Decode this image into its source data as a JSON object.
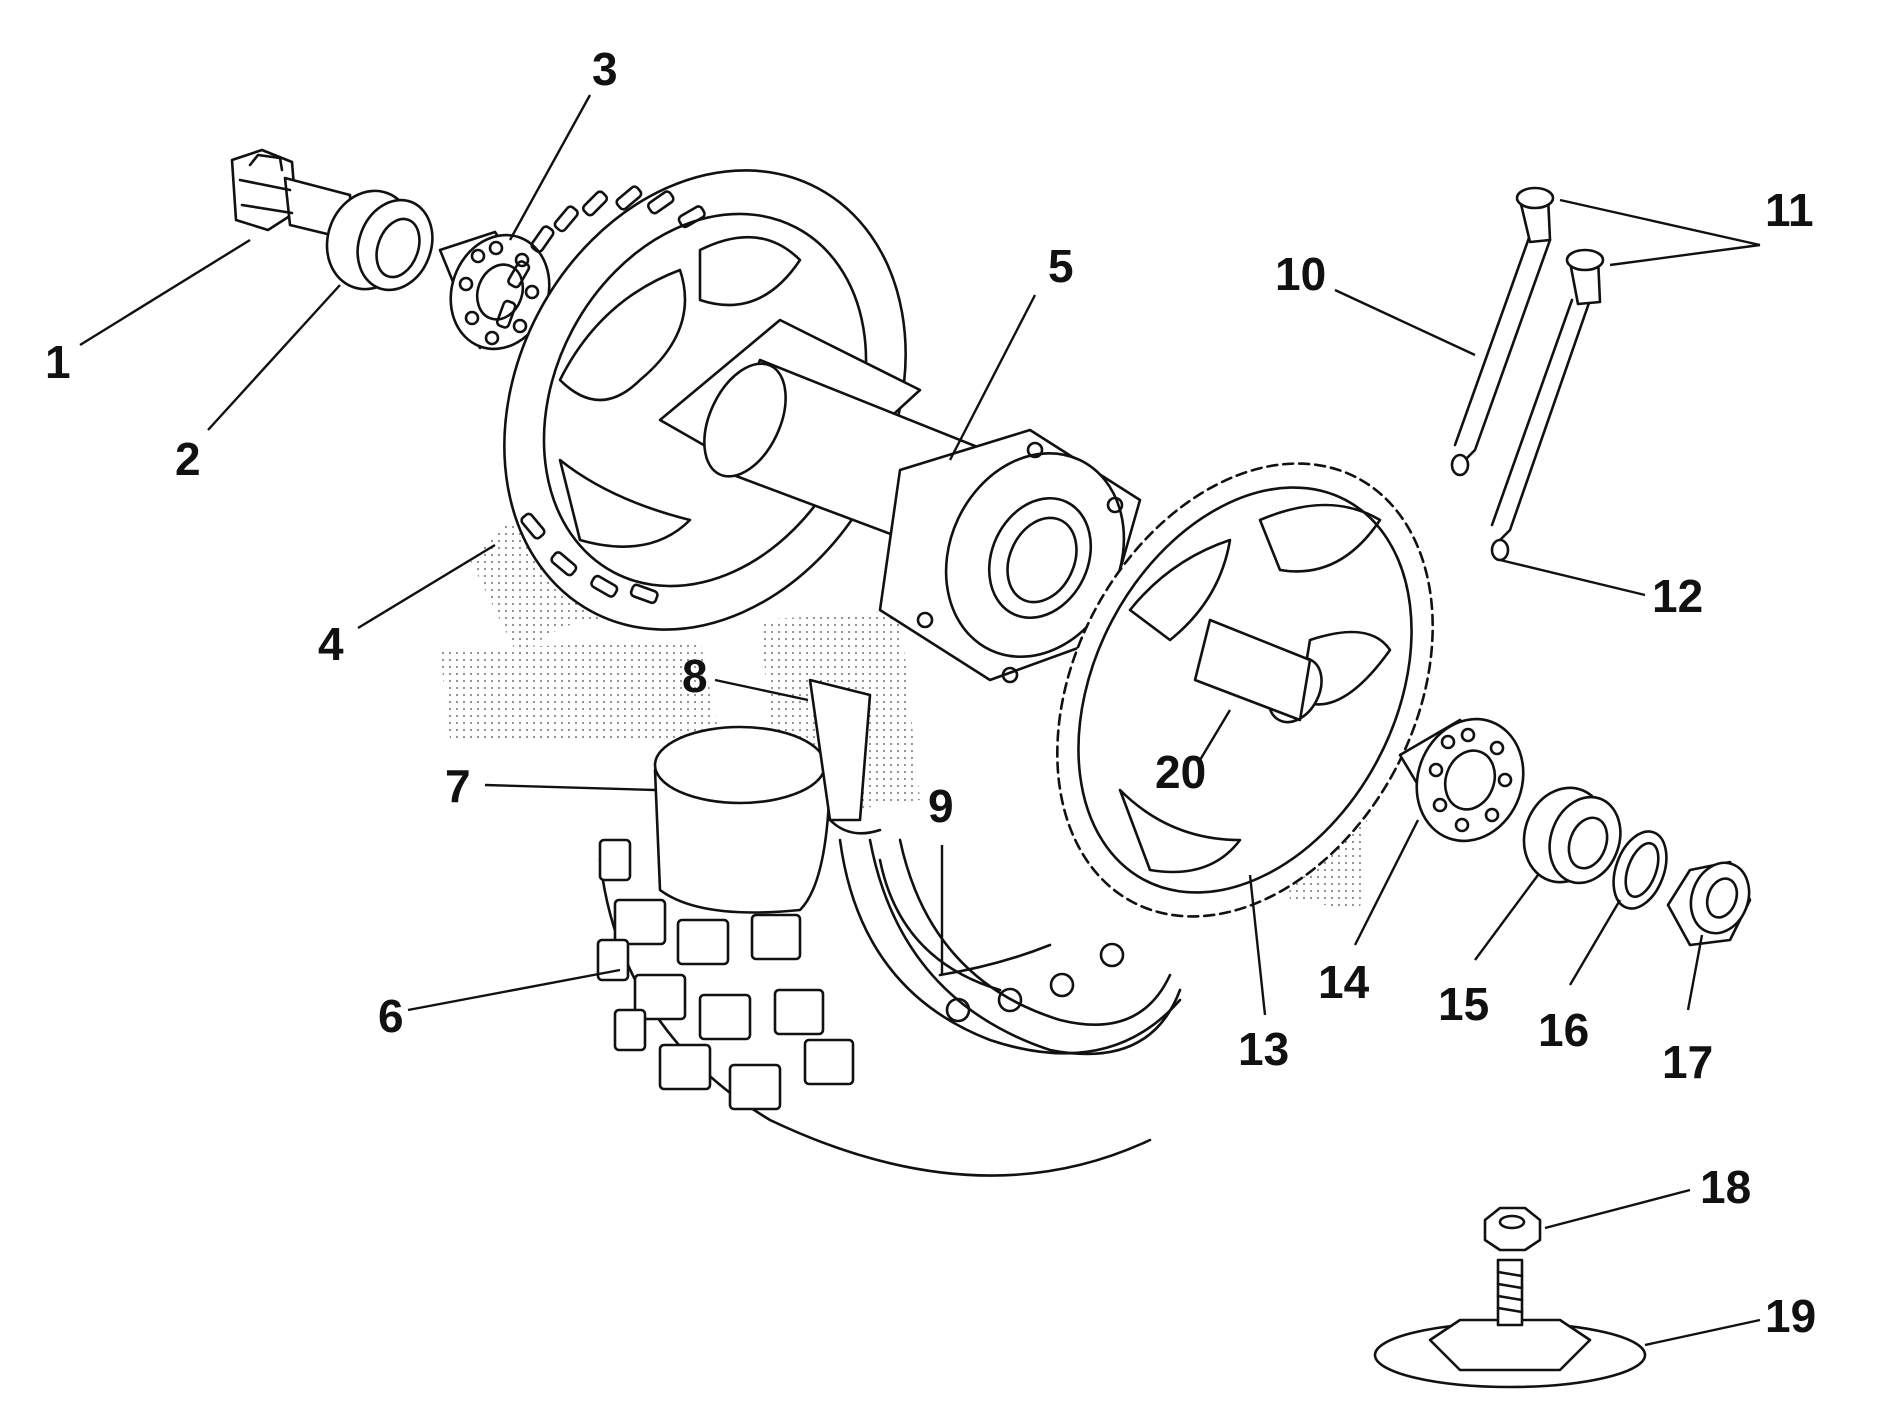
{
  "diagram": {
    "callouts": [
      "1",
      "2",
      "3",
      "4",
      "5",
      "6",
      "7",
      "8",
      "9",
      "10",
      "11",
      "12",
      "13",
      "14",
      "15",
      "16",
      "17",
      "18",
      "19",
      "20"
    ]
  },
  "colors": {
    "ink": "#111111",
    "background": "#ffffff",
    "screen_dots": "#8a8a8a"
  }
}
